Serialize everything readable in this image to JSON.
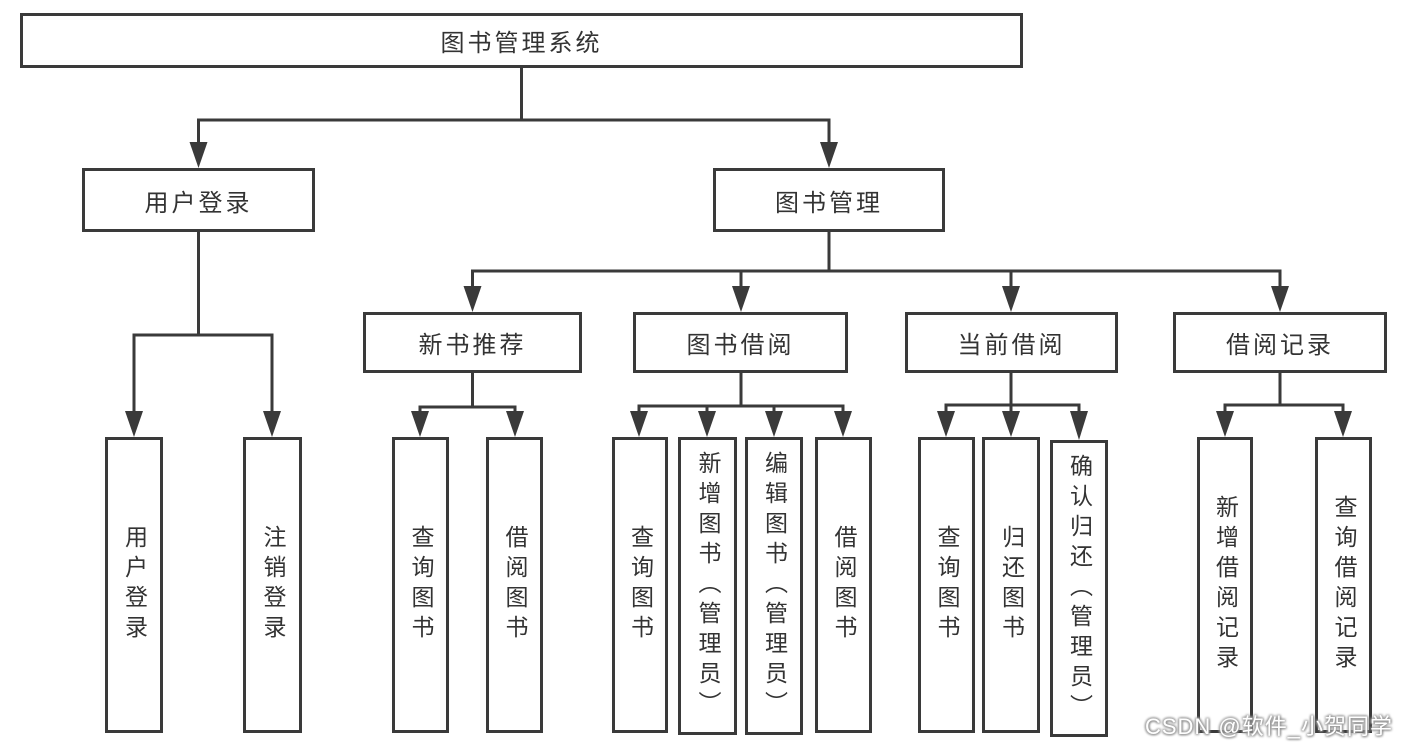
{
  "diagram": {
    "root": "图书管理系统",
    "level2": {
      "user_login": "用户登录",
      "book_mgmt": "图书管理"
    },
    "level3": {
      "new_book_rec": "新书推荐",
      "book_borrow": "图书借阅",
      "current_borrow": "当前借阅",
      "borrow_record": "借阅记录"
    },
    "leaves": {
      "user_login": [
        "用户登录",
        "注销登录"
      ],
      "new_book_rec": [
        "查询图书",
        "借阅图书"
      ],
      "book_borrow": [
        "查询图书",
        "新增图书（管理员）",
        "编辑图书（管理员）",
        "借阅图书"
      ],
      "current_borrow": [
        "查询图书",
        "归还图书",
        "确认归还（管理员）"
      ],
      "borrow_record": [
        "新增借阅记录",
        "查询借阅记录"
      ]
    }
  },
  "watermark": {
    "text": "CSDN @软件_小贺同学"
  },
  "colors": {
    "line": "#3a3a3a",
    "text": "#333333",
    "background": "#ffffff"
  }
}
